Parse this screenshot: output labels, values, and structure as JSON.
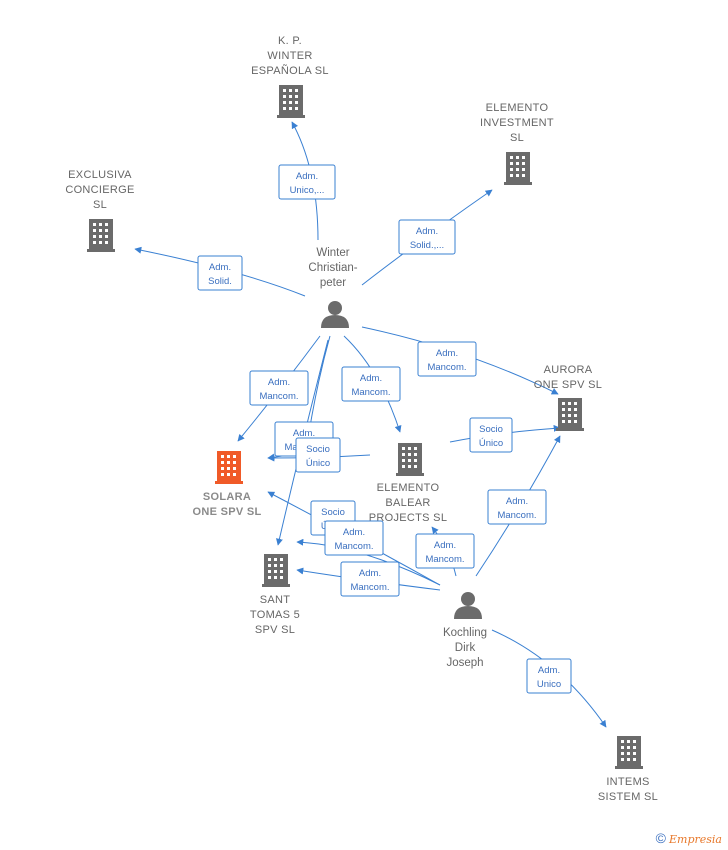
{
  "companies": {
    "kp_winter": {
      "lines": [
        "K.  P.",
        "WINTER",
        "ESPAÑOLA  SL"
      ]
    },
    "elemento_investment": {
      "lines": [
        "ELEMENTO",
        "INVESTMENT",
        "SL"
      ]
    },
    "exclusiva": {
      "lines": [
        "EXCLUSIVA",
        "CONCIERGE",
        "SL"
      ]
    },
    "aurora": {
      "lines": [
        "AURORA",
        "ONE SPV  SL"
      ]
    },
    "solara": {
      "lines": [
        "SOLARA",
        "ONE  SPV  SL"
      ],
      "color": "#f05a28"
    },
    "elemento_balear": {
      "lines": [
        "ELEMENTO",
        "BALEAR",
        "PROJECTS  SL"
      ]
    },
    "sant_tomas": {
      "lines": [
        "SANT",
        "TOMAS 5",
        "SPV  SL"
      ]
    },
    "intems": {
      "lines": [
        "INTEMS",
        "SISTEM  SL"
      ]
    }
  },
  "persons": {
    "winter": {
      "lines": [
        "Winter",
        "Christian-",
        "peter"
      ]
    },
    "kochling": {
      "lines": [
        "Kochling",
        "Dirk",
        "Joseph"
      ]
    }
  },
  "relations": {
    "r1": {
      "lines": [
        "Adm.",
        "Unico,..."
      ]
    },
    "r2": {
      "lines": [
        "Adm.",
        "Solid.,..."
      ]
    },
    "r3": {
      "lines": [
        "Adm.",
        "Solid."
      ]
    },
    "r4": {
      "lines": [
        "Adm.",
        "Mancom."
      ]
    },
    "r5": {
      "lines": [
        "Adm.",
        "Mancom."
      ]
    },
    "r6": {
      "lines": [
        "Adm.",
        "Mancom."
      ]
    },
    "r7": {
      "lines": [
        "Adm.",
        "Mancom."
      ]
    },
    "r8": {
      "lines": [
        "Socio",
        "Único"
      ]
    },
    "r9": {
      "lines": [
        "Socio",
        "Único"
      ]
    },
    "r10": {
      "lines": [
        "Socio",
        "Único"
      ]
    },
    "r11": {
      "lines": [
        "Adm.",
        "Mancom."
      ]
    },
    "r12": {
      "lines": [
        "Adm.",
        "Mancom."
      ]
    },
    "r13": {
      "lines": [
        "Adm.",
        "Mancom."
      ]
    },
    "r14": {
      "lines": [
        "Adm.",
        "Mancom."
      ]
    },
    "r15": {
      "lines": [
        "Adm.",
        "Unico"
      ]
    }
  },
  "colors": {
    "edge": "#3a80d2",
    "building": "#6b6b6b",
    "highlight": "#f05a28"
  },
  "footer": {
    "copyright": "©",
    "brand": "Empresia"
  }
}
